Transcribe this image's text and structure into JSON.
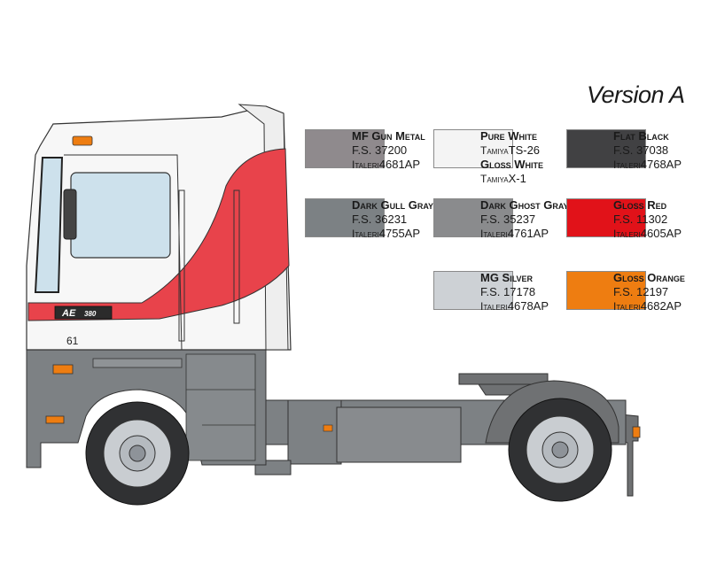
{
  "version_label": "Version A",
  "truck": {
    "badge": "AE",
    "badge_number": "380",
    "cab_number": "61"
  },
  "paints": [
    {
      "name": "MF Gun Metal",
      "lines": [
        [
          "F.S. ",
          "37200"
        ],
        [
          "Italeri",
          "4681AP"
        ]
      ],
      "color": "#8f8a8d"
    },
    {
      "name": "Pure White",
      "lines": [
        [
          "Tamiya",
          "TS-26"
        ]
      ],
      "name2": "Gloss White",
      "lines2": [
        [
          "Tamiya",
          "X-1"
        ]
      ],
      "color": "#f4f4f4"
    },
    {
      "name": "Flat Black",
      "lines": [
        [
          "F.S. ",
          "37038"
        ],
        [
          "Italeri",
          "4768AP"
        ]
      ],
      "color": "#414143"
    },
    {
      "name": "Dark Gull Gray",
      "lines": [
        [
          "F.S. ",
          "36231"
        ],
        [
          "Italeri",
          "4755AP"
        ]
      ],
      "color": "#7c8184"
    },
    {
      "name": "Dark Ghost Gray",
      "lines": [
        [
          "F.S. ",
          "35237"
        ],
        [
          "Italeri",
          "4761AP"
        ]
      ],
      "color": "#8a8b8d"
    },
    {
      "name": "Gloss Red",
      "lines": [
        [
          "F.S. ",
          "11302"
        ],
        [
          "Italeri",
          "4605AP"
        ]
      ],
      "color": "#e11219"
    },
    {
      "name": "MG Silver",
      "lines": [
        [
          "F.S. ",
          "17178"
        ],
        [
          "Italeri",
          "4678AP"
        ]
      ],
      "color": "#cdd1d5"
    },
    {
      "name": "Gloss Orange",
      "lines": [
        [
          "F.S. ",
          "12197"
        ],
        [
          "Italeri",
          "4682AP"
        ]
      ],
      "color": "#ee7d11"
    }
  ]
}
